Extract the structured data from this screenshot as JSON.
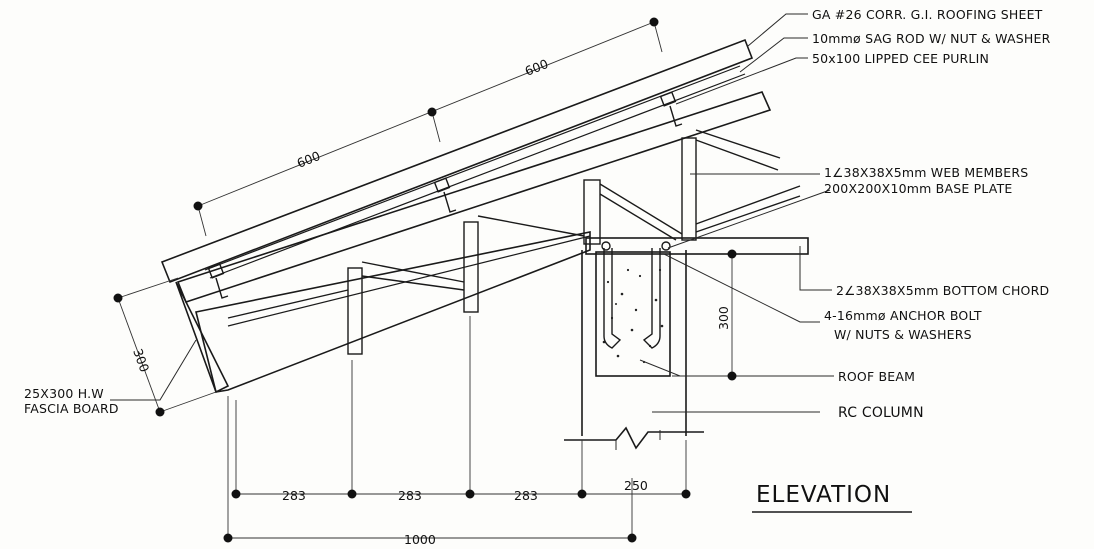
{
  "labels": {
    "roofing_sheet": "GA #26 CORR. G.I. ROOFING SHEET",
    "sag_rod": "10mmø SAG ROD W/ NUT & WASHER",
    "purlin": "50x100 LIPPED CEE PURLIN",
    "web_members": "1∠38X38X5mm WEB MEMBERS",
    "base_plate": "200X200X10mm BASE PLATE",
    "bottom_chord": "2∠38X38X5mm BOTTOM CHORD",
    "anchor_bolt_line1": "4-16mmø ANCHOR BOLT",
    "anchor_bolt_line2": "W/ NUTS & WASHERS",
    "roof_beam": "ROOF BEAM",
    "rc_column": "RC COLUMN",
    "fascia_line1": "25X300 H.W",
    "fascia_line2": "FASCIA BOARD"
  },
  "dimensions": {
    "purlin_spacing_upper": "600",
    "purlin_spacing_lower": "600",
    "fascia_height": "300",
    "beam_depth": "300",
    "bay1": "283",
    "bay2": "283",
    "bay3": "283",
    "column_width": "250",
    "overhang": "1000"
  },
  "title": "ELEVATION"
}
